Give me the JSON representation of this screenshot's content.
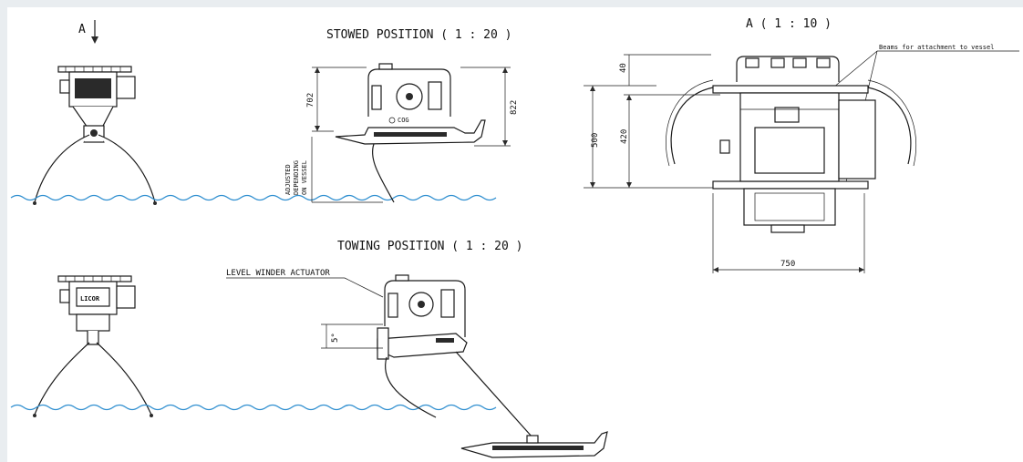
{
  "labels": {
    "view_a_marker": "A",
    "stowed_title": "STOWED POSITION ( 1 : 20 )",
    "towing_title": "TOWING POSITION ( 1 : 20 )",
    "view_a_title": "A ( 1 : 10 )",
    "beams_note": "Beams for attachment to vessel",
    "level_winder": "LEVEL WINDER ACTUATOR",
    "cog": "COG",
    "adjusted_1": "ADJUSTED",
    "adjusted_2": "DEPENDING",
    "adjusted_3": "ON VESSEL",
    "logo_text": "LICOR"
  },
  "dimensions": {
    "stowed_height": "702",
    "stowed_total": "822",
    "towing_angle": "5°",
    "view_a_top": "40",
    "view_a_overall": "500",
    "view_a_inner": "420",
    "view_a_width": "750"
  },
  "colors": {
    "water": "#2f8fd0",
    "line": "#1a1a1a",
    "background": "#ffffff",
    "frame": "#e9edf0"
  }
}
